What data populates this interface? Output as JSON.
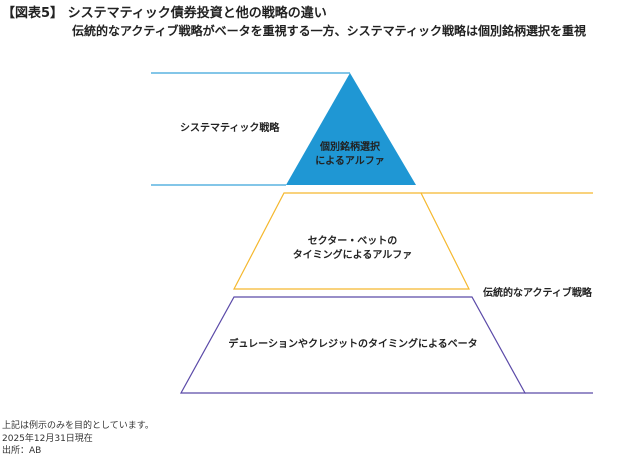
{
  "header": {
    "title": "【図表5】 システマティック債券投資と他の戦略の違い",
    "subtitle": "伝統的なアクティブ戦略がベータを重視する一方、システマティック戦略は個別銘柄選択を重視"
  },
  "diagram": {
    "left_label": "システマティック戦略",
    "right_label": "伝統的なアクティブ戦略",
    "top": {
      "line1": "個別銘柄選択",
      "line2": "によるアルファ"
    },
    "middle": {
      "line1": "セクター・ベットの",
      "line2": "タイミングによるアルファ"
    },
    "bottom": {
      "line1": "デュレーションやクレジットのタイミングによるベータ"
    },
    "colors": {
      "blue": "#1f97d4",
      "blue_line": "#5ab4e0",
      "yellow": "#f5b82e",
      "purple": "#5b4aa8"
    }
  },
  "footer": {
    "note": "上記は例示のみを目的としています。",
    "date": "2025年12月31日現在",
    "source": "出所：AB"
  }
}
